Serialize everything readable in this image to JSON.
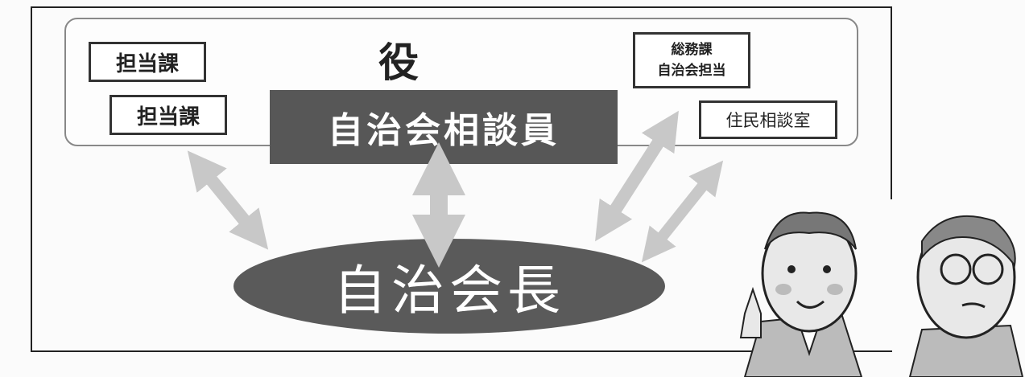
{
  "diagram": {
    "office_title": "役　場",
    "departments": [
      {
        "label": "担当課"
      },
      {
        "label": "担当課"
      }
    ],
    "general_affairs": {
      "line1": "総務課",
      "line2": "自治会担当"
    },
    "resident_office": "住民相談室",
    "consultant": "自治会相談員",
    "chief": "自治会長"
  }
}
